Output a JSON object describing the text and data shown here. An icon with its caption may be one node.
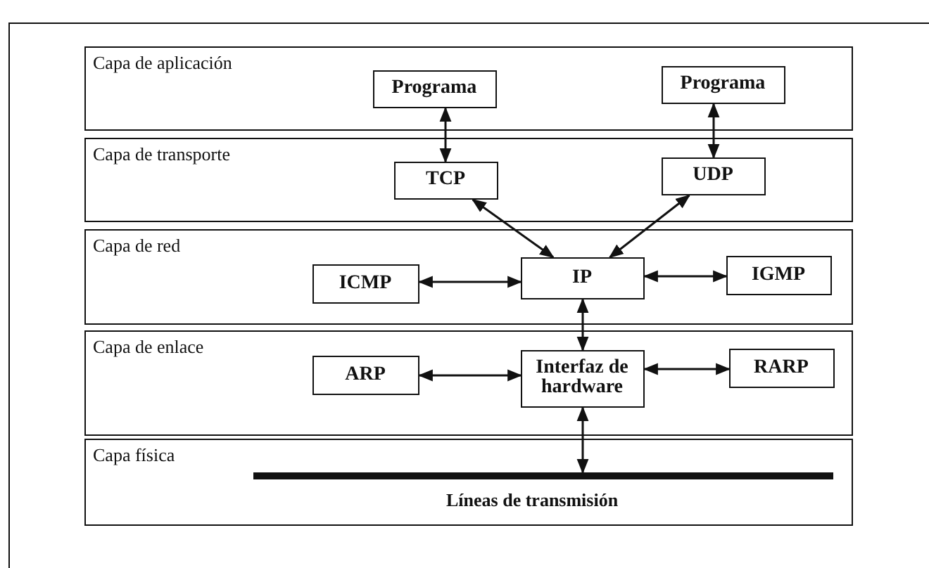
{
  "diagram": {
    "nodes": [
      {
        "text": [
          "Capa de aplicación"
        ]
      },
      {
        "text": [
          "Programa"
        ],
        "in": 0
      },
      {
        "text": [
          "Programa"
        ],
        "in": 0
      },
      {
        "text": [
          "Capa de transporte"
        ]
      },
      {
        "text": [
          "TCP"
        ],
        "in": 3
      },
      {
        "text": [
          "UDP"
        ],
        "in": 3
      },
      {
        "text": [
          "Capa de red"
        ]
      },
      {
        "text": [
          "ICMP"
        ],
        "in": 6
      },
      {
        "text": [
          "IP"
        ],
        "in": 6
      },
      {
        "text": [
          "IGMP"
        ],
        "in": 6
      },
      {
        "text": [
          "Capa de enlace"
        ]
      },
      {
        "text": [
          "ARP"
        ],
        "in": 10
      },
      {
        "text": [
          "Interfaz de hardware"
        ],
        "in": 10
      },
      {
        "text": [
          "RARP"
        ],
        "in": 10
      },
      {
        "text": [
          "Capa física"
        ]
      },
      {
        "text": [],
        "shape": "bar",
        "in": 14,
        "beside": [
          "Líneas de transmisión"
        ]
      }
    ],
    "edges": [
      {
        "from": 1,
        "to": 4,
        "arrow": "both"
      },
      {
        "from": 2,
        "to": 5,
        "arrow": "both"
      },
      {
        "from": 4,
        "to": 8,
        "arrow": "both"
      },
      {
        "from": 5,
        "to": 8,
        "arrow": "both"
      },
      {
        "from": 7,
        "to": 8,
        "arrow": "both"
      },
      {
        "from": 8,
        "to": 9,
        "arrow": "both"
      },
      {
        "from": 8,
        "to": 12,
        "arrow": "both"
      },
      {
        "from": 11,
        "to": 12,
        "arrow": "both"
      },
      {
        "from": 12,
        "to": 13,
        "arrow": "both"
      },
      {
        "from": 12,
        "to": 15,
        "arrow": "both"
      }
    ]
  }
}
